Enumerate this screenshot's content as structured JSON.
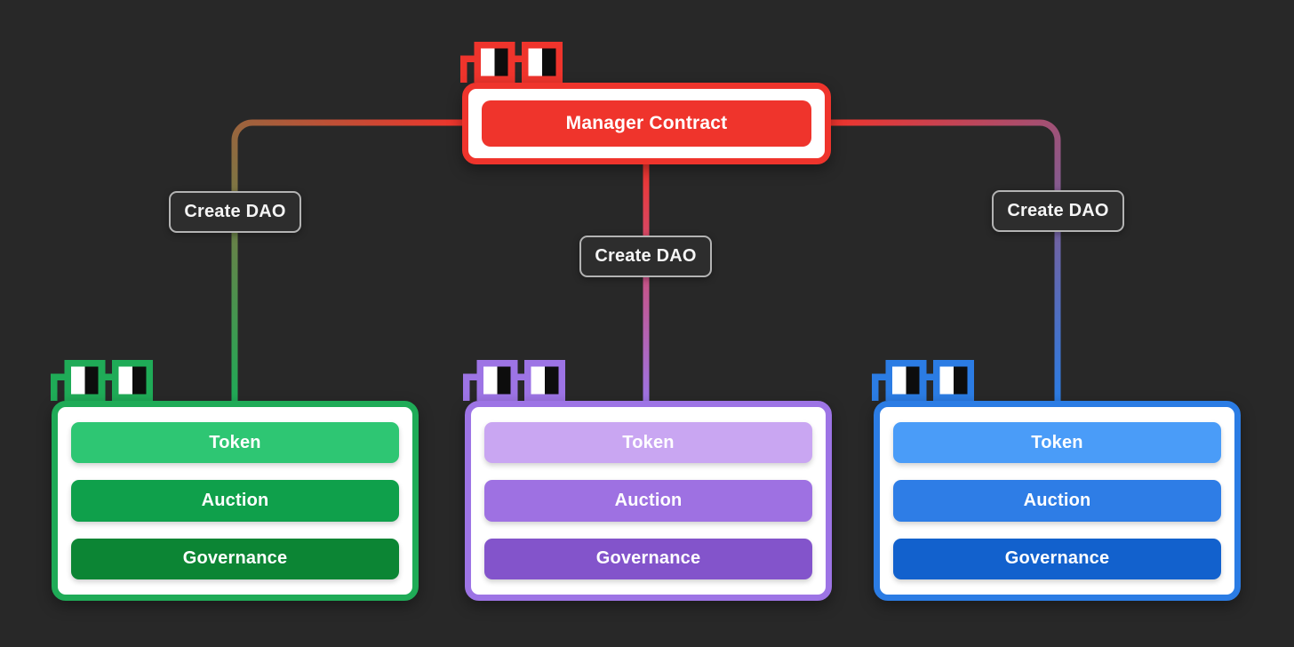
{
  "background": "#282828",
  "manager": {
    "title": "Manager Contract",
    "icon": "nouns-glasses-icon",
    "theme": {
      "border": "#ef342c",
      "button": "#ef342c",
      "panel": "#ffffff",
      "text": "#ffffff"
    }
  },
  "edges": [
    {
      "id": "manager-to-green-dao",
      "label": "Create DAO",
      "gradient": [
        "#ef342c",
        "#1fab57"
      ]
    },
    {
      "id": "manager-to-purple-dao",
      "label": "Create DAO",
      "gradient": [
        "#ef342c",
        "#9d74e5"
      ]
    },
    {
      "id": "manager-to-blue-dao",
      "label": "Create DAO",
      "gradient": [
        "#ef342c",
        "#2b7ce4"
      ]
    }
  ],
  "edge_label_style": {
    "bg": "#2d2d2d",
    "border": "#b3b3b3",
    "text": "#f5f5f5"
  },
  "daos": [
    {
      "name": "green-dao",
      "icon": "nouns-glasses-icon",
      "theme": {
        "border": "#1fab57",
        "panel": "#ffffff"
      },
      "modules": [
        {
          "label": "Token",
          "color": "#2ec673"
        },
        {
          "label": "Auction",
          "color": "#0fa04b"
        },
        {
          "label": "Governance",
          "color": "#0c8534"
        }
      ]
    },
    {
      "name": "purple-dao",
      "icon": "nouns-glasses-icon",
      "theme": {
        "border": "#9d74e5",
        "panel": "#ffffff"
      },
      "modules": [
        {
          "label": "Token",
          "color": "#c9a6f2"
        },
        {
          "label": "Auction",
          "color": "#9e71e2"
        },
        {
          "label": "Governance",
          "color": "#8354cb"
        }
      ]
    },
    {
      "name": "blue-dao",
      "icon": "nouns-glasses-icon",
      "theme": {
        "border": "#2b7ce4",
        "panel": "#ffffff"
      },
      "modules": [
        {
          "label": "Token",
          "color": "#4a9cf8"
        },
        {
          "label": "Auction",
          "color": "#2e7de6"
        },
        {
          "label": "Governance",
          "color": "#1261cd"
        }
      ]
    }
  ],
  "glasses_icon": {
    "lens_left": "#ffffff",
    "lens_right": "#0d0d0d"
  }
}
